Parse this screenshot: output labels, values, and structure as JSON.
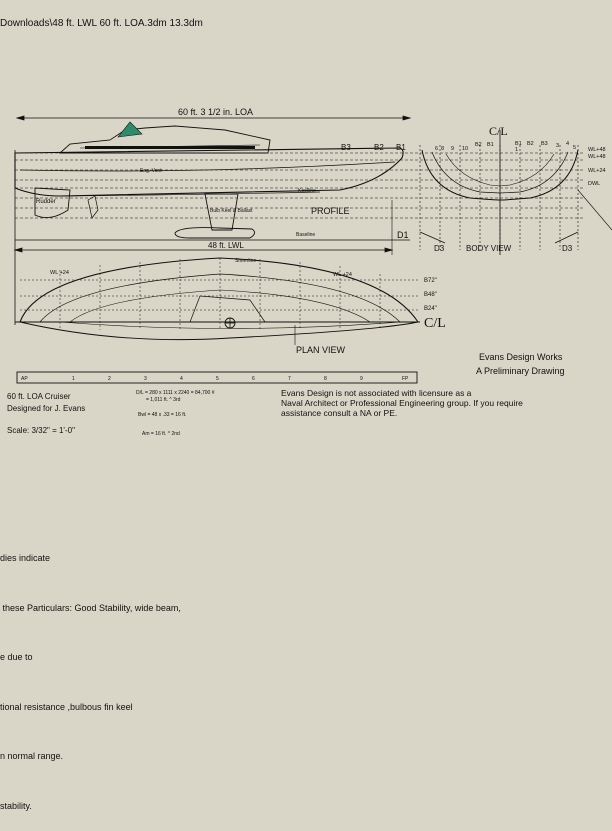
{
  "window": {
    "title": "Downloads\\48 ft. LWL 60 ft. LOA.3dm 13.3dm"
  },
  "drawing": {
    "loa": "60 ft. 3 1/2 in. LOA",
    "lwl": "48 ft. LWL",
    "profile_label": "PROFILE",
    "body_view_label": "BODY VIEW",
    "plan_view_label": "PLAN VIEW",
    "cl_top": "C/L",
    "cl_plan": "C/L",
    "stations": {
      "b3": "B3",
      "b2": "B2",
      "b1": "B1",
      "d1": "D1",
      "d3_left": "D3",
      "d3_right": "D3"
    },
    "body_stations": [
      "6",
      "8",
      "9",
      "10",
      "B2",
      "B1",
      "B1",
      "1",
      "B2",
      "B3",
      "3",
      "4",
      "5"
    ],
    "waterlines": [
      "WL+48",
      "WL+48",
      "WL+24",
      "DWL"
    ],
    "plan_labels": {
      "wl24_left": "WL +24",
      "wl24_right": "WL +24",
      "b72": "B72\"",
      "b48": "B48\"",
      "b24": "B24\"",
      "sheerline": "Sheerline"
    },
    "profile_labels": {
      "eng_vent": "Eng. Vent",
      "rudder": "Rudder",
      "bulb": "Bulb Keel & Ballast",
      "keelline": "Keelline",
      "baseline": "Baseline"
    },
    "scale_ticks": [
      "AP",
      "1",
      "2",
      "3",
      "4",
      "5",
      "6",
      "7",
      "8",
      "9",
      "FP"
    ]
  },
  "info": {
    "design_name": "60 ft. LOA Cruiser",
    "designed_for": "Designed for J. Evans",
    "scale": "Scale: 3/32\" = 1'-0\"",
    "firm": "Evans Design Works",
    "status": "A Preliminary Drawing",
    "disclaimer_1": "Evans Design is not associated with licensure as a",
    "disclaimer_2": "Naval Architect or Professional Engineering group. If you require",
    "disclaimer_3": "assistance consult a NA or PE.",
    "dlr_1": "D/L = 280 x 1111 x 2240 = 84,700 #",
    "dlr_2": "= 1,011 ft. ^ 3rd",
    "bwl": "Bwl = 48 x .33 = 16 ft.",
    "am": "Am = 16 ft. ^ 2nd"
  },
  "notes": [
    "dies indicate",
    " these Particulars: Good Stability, wide beam,",
    "e due to",
    "tional resistance ,bulbous fin keel",
    "n normal range.",
    "stability."
  ]
}
